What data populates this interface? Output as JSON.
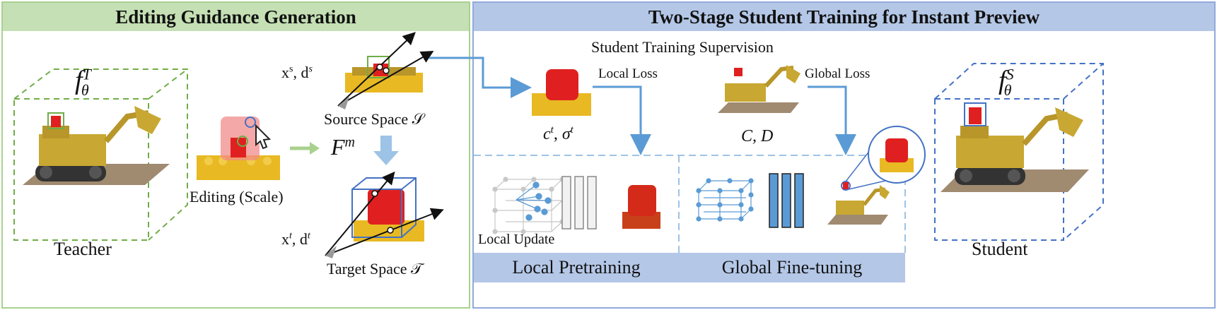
{
  "left_panel": {
    "title": "Editing Guidance Generation",
    "teacher_symbol": "f",
    "teacher_symbol_sup": "T",
    "teacher_symbol_sub": "θ",
    "teacher_label": "Teacher",
    "editing_label": "Editing (Scale)",
    "mapping_symbol": "F",
    "mapping_symbol_sup": "m",
    "source_ray_label": "x",
    "source_ray_label_sup": "s",
    "source_ray_label2": "d",
    "source_ray_label2_sup": "s",
    "target_ray_label": "x",
    "target_ray_label_sup": "t",
    "target_ray_label2": "d",
    "target_ray_label2_sup": "t",
    "source_space_label": "Source Space 𝒮",
    "target_space_label": "Target Space 𝒯"
  },
  "right_panel": {
    "title": "Two-Stage Student Training for Instant Preview",
    "supervision_title": "Student Training Supervision",
    "local_loss_label": "Local Loss",
    "global_loss_label": "Global Loss",
    "local_output_label": "c",
    "local_output_label_sup": "t",
    "local_output_label2": "σ",
    "local_output_label2_sup": "t",
    "global_output_label": "C, D",
    "local_update_label": "Local Update",
    "local_pretraining_label": "Local Pretraining",
    "global_finetuning_label": "Global Fine-tuning",
    "student_symbol": "f",
    "student_symbol_sup": "S",
    "student_symbol_sub": "θ",
    "student_label": "Student"
  },
  "colors": {
    "left_banner": "#c5e0b4",
    "left_border": "#a9d18e",
    "right_banner": "#b4c7e7",
    "right_border": "#8faadc",
    "teacher_cube": "#70ad47",
    "student_cube": "#4472c4",
    "arrow_blue": "#5b9bd5",
    "arrow_green": "#a9d18e",
    "editing_red": "#e02020",
    "lego_yellow": "#e8b923"
  }
}
